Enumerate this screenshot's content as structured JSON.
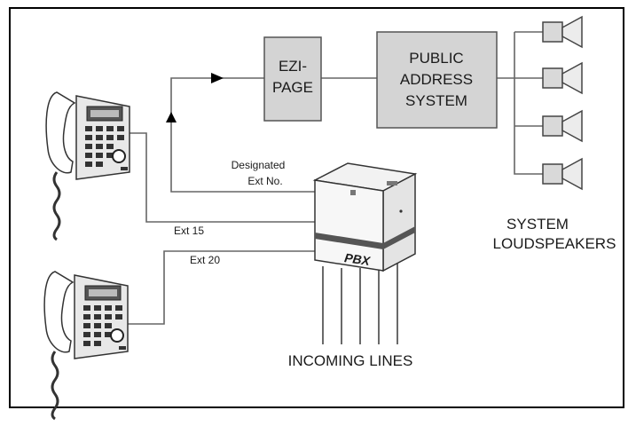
{
  "blocks": {
    "ezipage": [
      "EZI-",
      "PAGE"
    ],
    "pa": [
      "PUBLIC",
      "ADDRESS",
      "SYSTEM"
    ],
    "pbx": "PBX"
  },
  "labels": {
    "designated": [
      "Designated",
      "Ext No."
    ],
    "ext15": "Ext 15",
    "ext20": "Ext 20",
    "speakers": [
      "SYSTEM",
      "LOUDSPEAKERS"
    ],
    "incoming": "INCOMING LINES"
  },
  "colors": {
    "block_fill": "#d4d4d4",
    "line": "#666666"
  },
  "icons": [
    "telephone-icon",
    "loudspeaker-icon",
    "pbx-cabinet-icon",
    "arrow-icon"
  ]
}
